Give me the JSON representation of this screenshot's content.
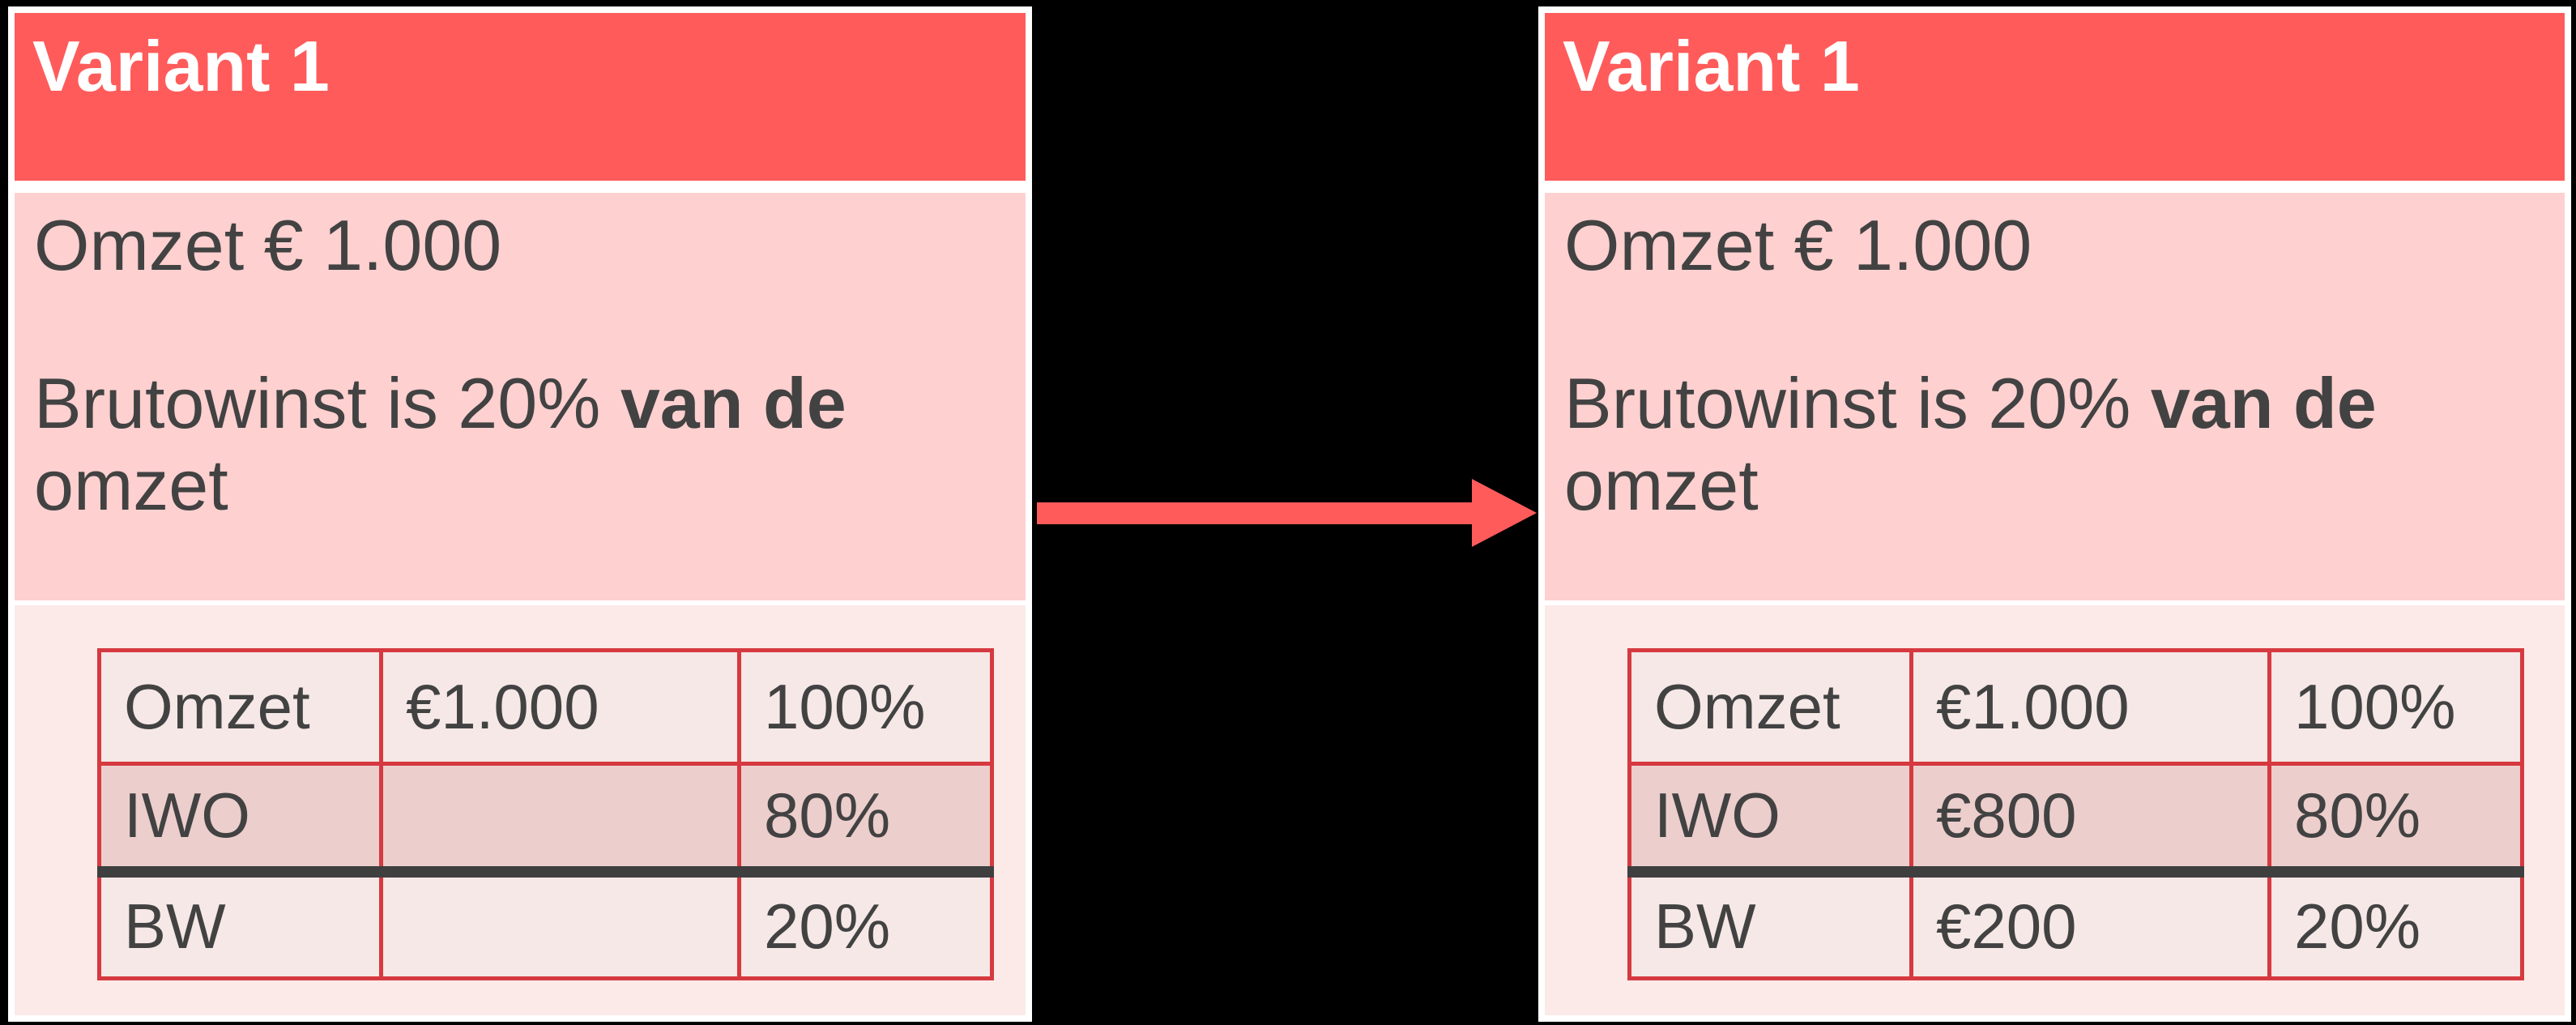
{
  "slide": {
    "panels": [
      {
        "title": "Variant 1",
        "body": {
          "line1": "Omzet € 1.000",
          "line2_prefix": "Brutowinst is 20% ",
          "line2_bold": "van de",
          "line2_suffix": " omzet"
        },
        "table": {
          "rows": [
            {
              "label": "Omzet",
              "value": "€1.000",
              "pct": "100%"
            },
            {
              "label": "IWO",
              "value": "",
              "pct": "80%"
            },
            {
              "label": "BW",
              "value": "",
              "pct": "20%"
            }
          ]
        }
      },
      {
        "title": "Variant 1",
        "body": {
          "line1": "Omzet € 1.000",
          "line2_prefix": "Brutowinst is 20% ",
          "line2_bold": "van de",
          "line2_suffix": " omzet"
        },
        "table": {
          "rows": [
            {
              "label": "Omzet",
              "value": "€1.000",
              "pct": "100%"
            },
            {
              "label": "IWO",
              "value": "€800",
              "pct": "80%"
            },
            {
              "label": "BW",
              "value": "€200",
              "pct": "20%"
            }
          ]
        }
      }
    ],
    "arrow": {
      "icon": "arrow-right"
    }
  },
  "colors": {
    "header_red": "#ff5b5b",
    "body_pink": "#ffd0d0",
    "section_pink": "#fbeae8",
    "cell_light": "#f5e8e6",
    "cell_dark": "#eccecc",
    "border_red": "#d63940",
    "sumline_dark": "#3f3f3f",
    "text_dark": "#424242",
    "arrow_red": "#ff5b5b",
    "title_white": "#ffffff",
    "background_black": "#000000"
  }
}
